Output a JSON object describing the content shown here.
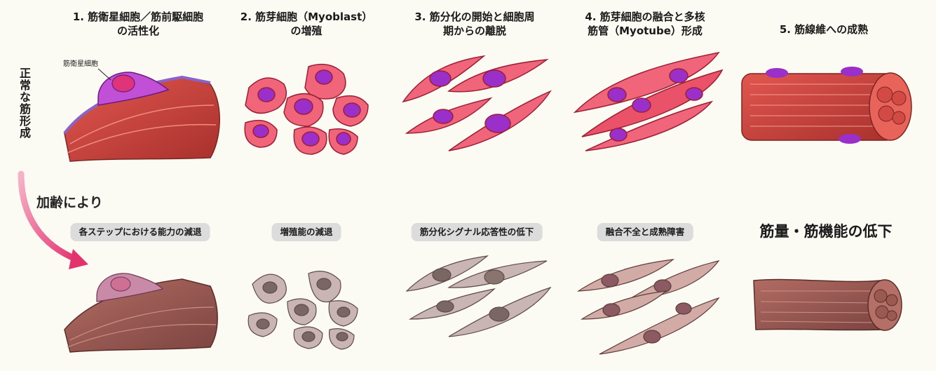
{
  "stages": [
    {
      "title": "1. 筋衛星細胞／筋前駆細胞\nの活性化",
      "impairment": "各ステップにおける能力の減退"
    },
    {
      "title": "2. 筋芽細胞（Myoblast）\nの増殖",
      "impairment": "増殖能の減退"
    },
    {
      "title": "3. 筋分化の開始と細胞周\n期からの離脱",
      "impairment": "筋分化シグナル応答性の低下"
    },
    {
      "title": "4. 筋芽細胞の融合と多核\n筋管（Myotube）形成",
      "impairment": "融合不全と成熟障害"
    },
    {
      "title": "5. 筋線維への成熟",
      "impairment": "筋量・筋機能の低下"
    }
  ],
  "side_label": "正常な筋形成",
  "aging_label": "加齢により",
  "satellite_cell_label": "筋衛星細胞",
  "colors": {
    "healthy_cell": "#f0657a",
    "nucleus": "#9b2fc9",
    "aged_cell": "#c9b6b4",
    "arrow": "#e2336f"
  }
}
